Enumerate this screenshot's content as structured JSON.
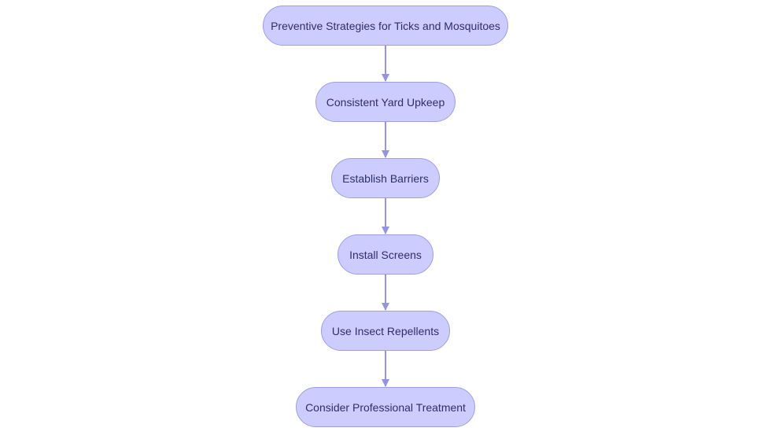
{
  "colors": {
    "node_fill": "#ccccff",
    "node_border": "#9e9ee6",
    "node_text": "#2e2e6e",
    "edge": "#9494e0"
  },
  "flowchart": {
    "nodes": [
      {
        "id": "n1",
        "label": "Preventive Strategies for Ticks and Mosquitoes"
      },
      {
        "id": "n2",
        "label": "Consistent Yard Upkeep"
      },
      {
        "id": "n3",
        "label": "Establish Barriers"
      },
      {
        "id": "n4",
        "label": "Install Screens"
      },
      {
        "id": "n5",
        "label": "Use Insect Repellents"
      },
      {
        "id": "n6",
        "label": "Consider Professional Treatment"
      }
    ],
    "edges": [
      {
        "from": "n1",
        "to": "n2"
      },
      {
        "from": "n2",
        "to": "n3"
      },
      {
        "from": "n3",
        "to": "n4"
      },
      {
        "from": "n4",
        "to": "n5"
      },
      {
        "from": "n5",
        "to": "n6"
      }
    ]
  }
}
